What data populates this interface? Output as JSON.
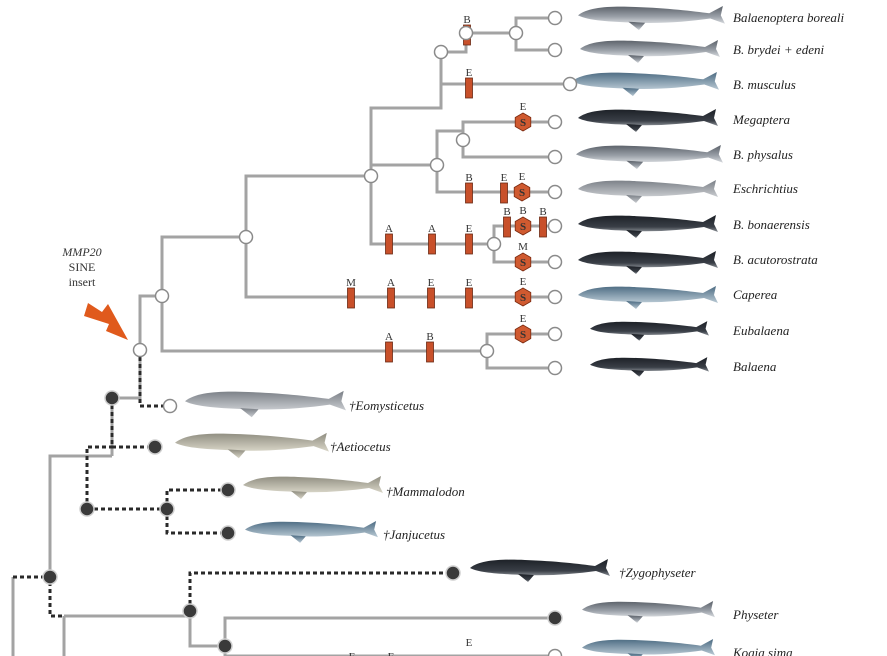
{
  "sine_label": {
    "line1": "MMP20",
    "line2": "SINE",
    "line3": "insert"
  },
  "taxa": [
    {
      "id": "boreali",
      "label": "Balaenoptera boreali",
      "fossil": false
    },
    {
      "id": "brydei",
      "label": "B. brydei + edeni",
      "fossil": false
    },
    {
      "id": "musculus",
      "label": "B. musculus",
      "fossil": false
    },
    {
      "id": "megaptera",
      "label": "Megaptera",
      "fossil": false
    },
    {
      "id": "physalus",
      "label": "B. physalus",
      "fossil": false
    },
    {
      "id": "eschrichtius",
      "label": "Eschrichtius",
      "fossil": false
    },
    {
      "id": "bonaerensis",
      "label": "B. bonaerensis",
      "fossil": false
    },
    {
      "id": "acutorostrata",
      "label": "B. acutorostrata",
      "fossil": false
    },
    {
      "id": "caperea",
      "label": "Caperea",
      "fossil": false
    },
    {
      "id": "eubalaena",
      "label": "Eubalaena",
      "fossil": false
    },
    {
      "id": "balaena",
      "label": "Balaena",
      "fossil": false
    },
    {
      "id": "eomysticetus",
      "label": "†Eomysticetus",
      "fossil": true
    },
    {
      "id": "aetiocetus",
      "label": "†Aetiocetus",
      "fossil": true
    },
    {
      "id": "mammalodon",
      "label": "†Mammalodon",
      "fossil": true
    },
    {
      "id": "janjucetus",
      "label": "†Janjucetus",
      "fossil": true
    },
    {
      "id": "zygophyseter",
      "label": "†Zygophyseter",
      "fossil": true
    },
    {
      "id": "physeter",
      "label": "Physeter",
      "fossil": false
    },
    {
      "id": "kogia",
      "label": "Kogia sima",
      "fossil": false
    }
  ],
  "mutation_labels": {
    "boreali_b": "B",
    "musculus_e": "E",
    "megaptera_e": "E",
    "eschrichtius_b": "B",
    "eschrichtius_e1": "E",
    "eschrichtius_e2": "E",
    "bonaerensis_b1": "B",
    "bonaerensis_b2": "B",
    "bonaerensis_b3": "B",
    "acutorostrata_m": "M",
    "rorqual_a1": "A",
    "rorqual_a2": "A",
    "rorqual_e": "E",
    "caperea_m": "M",
    "caperea_a": "A",
    "caperea_e1": "E",
    "caperea_e2": "E",
    "caperea_e3": "E",
    "balaenid_a": "A",
    "balaenid_b": "B",
    "eubalaena_e": "E",
    "kogia_e1": "E",
    "kogia_e2": "E",
    "kogia_e3": "E"
  },
  "stop_label": "S",
  "colors": {
    "branch": "#a3a3a3",
    "fossil_branch": "#2a2a2a",
    "mutation_bar": "#c8502a",
    "stop_hex": "#d05a30",
    "arrow": "#e05a1c",
    "filled_node": "#3a3a3a",
    "whale_gray": "#8a9099",
    "whale_dark": "#2c3036"
  }
}
